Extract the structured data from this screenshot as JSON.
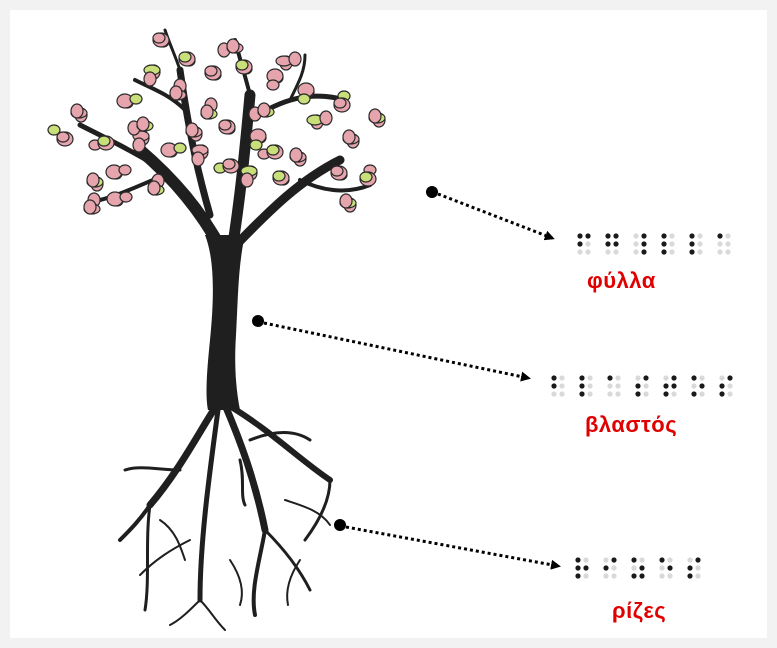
{
  "labels": {
    "leaves": "φύλλα",
    "stem": "βλαστός",
    "roots": "ρίζες"
  },
  "colors": {
    "label_text": "#e00000",
    "tree_trunk": "#1f1f1f",
    "blossom": "#e6a5ad",
    "leaf_green": "#c9e07a",
    "arrow": "#000000",
    "braille_dot": "#1a1a1a",
    "braille_dot_empty": "#d9d9d9"
  },
  "icons": {
    "tree": "tree-with-roots-illustration",
    "arrow": "dotted-arrow-icon",
    "braille": "braille-cell"
  }
}
